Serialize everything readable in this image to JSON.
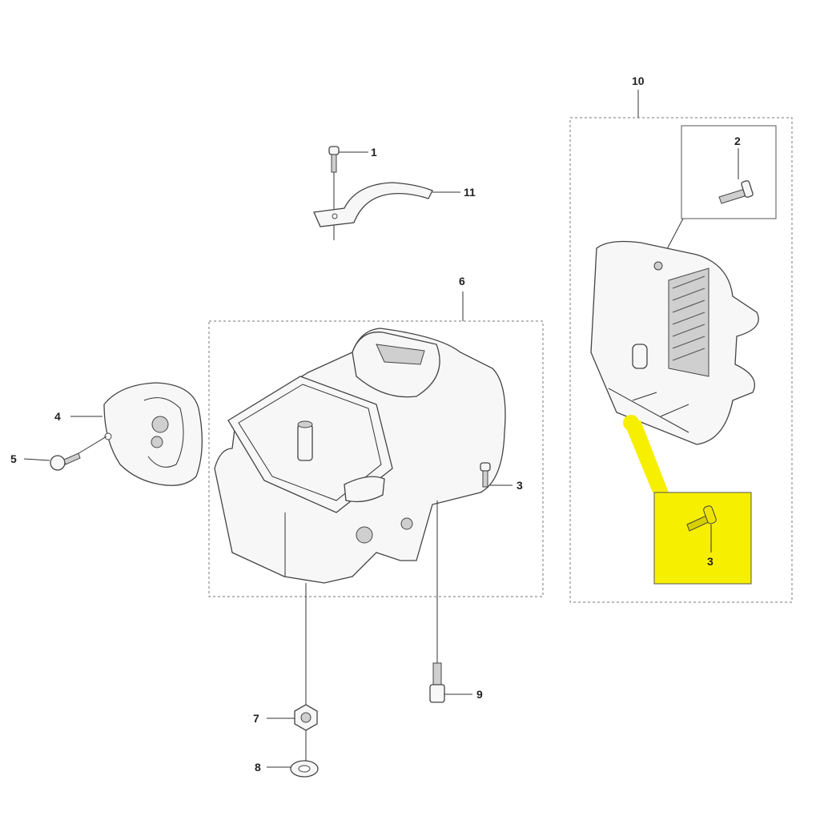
{
  "diagram": {
    "highlight_color": "#f7ef00",
    "callouts": {
      "c1": "1",
      "c11": "11",
      "c10": "10",
      "c2": "2",
      "c6": "6",
      "c4": "4",
      "c5": "5",
      "c3a": "3",
      "c3b": "3",
      "c9": "9",
      "c7": "7",
      "c8": "8"
    }
  }
}
